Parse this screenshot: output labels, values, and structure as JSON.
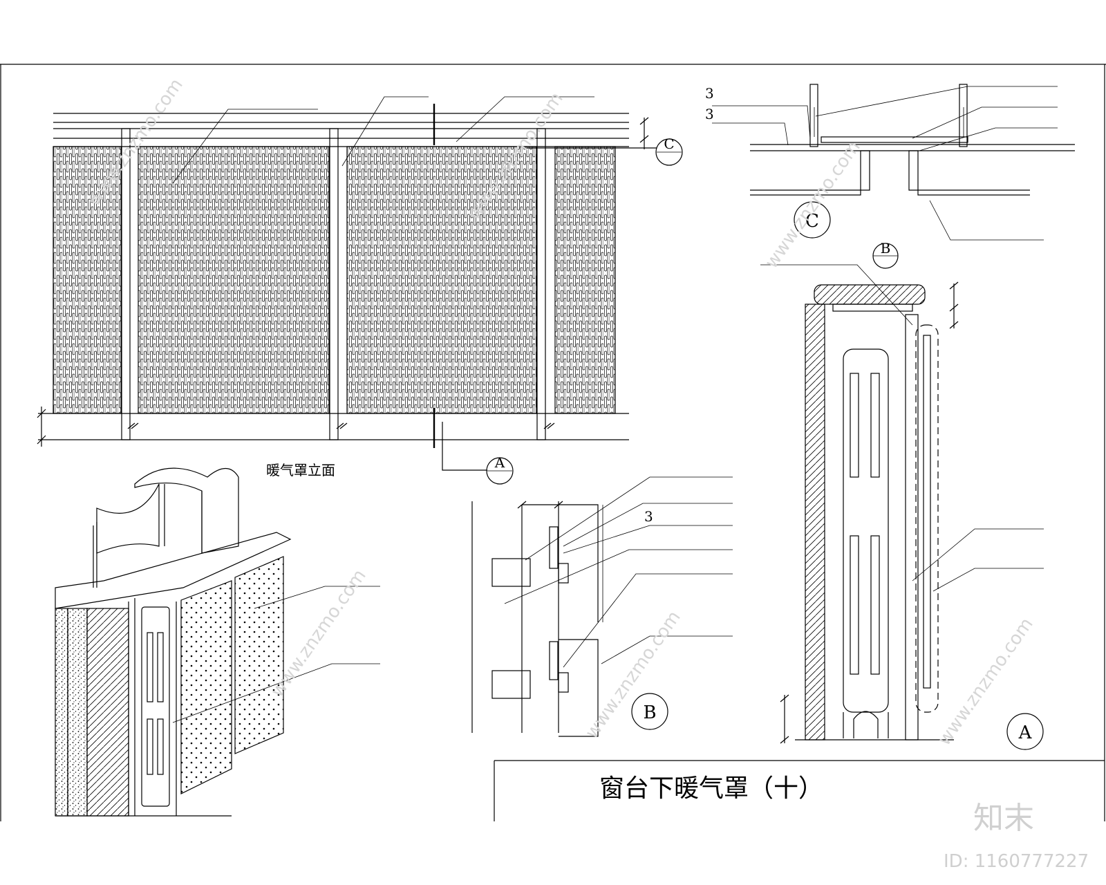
{
  "drawing": {
    "elevation_caption": "暖气罩立面",
    "title_block": "窗台下暖气罩（十）",
    "section_labels": {
      "a": "A",
      "b": "B",
      "c": "C"
    },
    "dimension_number": "3",
    "watermark": {
      "brand": "知末",
      "site": "www.znzmo.com",
      "image_id": "ID: 1160777227"
    }
  }
}
